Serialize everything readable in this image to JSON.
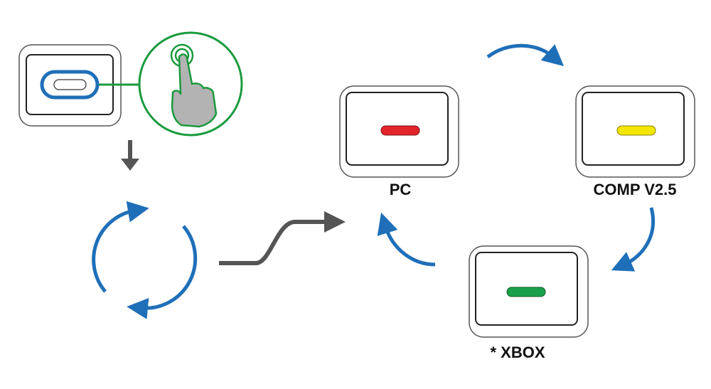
{
  "colors": {
    "blue": "#1f6fb8",
    "green": "#1a9a3e",
    "gray": "#555555",
    "red": "#e3242b",
    "yellow": "#f2e600",
    "led_green": "#1aa04a"
  },
  "modes": [
    {
      "label": "PC",
      "led_color": "#e3242b"
    },
    {
      "label": "COMP V2.5",
      "led_color": "#f2e600"
    },
    {
      "label": "* XBOX",
      "led_color": "#1aa04a"
    }
  ]
}
